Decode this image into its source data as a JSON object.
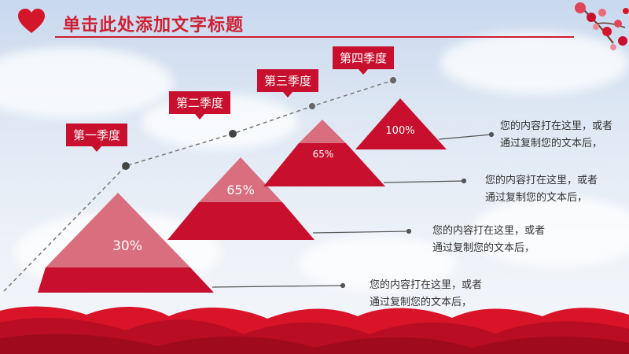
{
  "header": {
    "title": "单击此处添加文字标题"
  },
  "colors": {
    "accent": "#c8102e",
    "light_accent": "#e06a7c",
    "text": "#333333"
  },
  "icons": {
    "heart": "heart-icon",
    "flowers": "plum-blossom-decoration"
  },
  "steps": [
    {
      "label": "第一季度",
      "percent": "30%",
      "desc_line1": "您的内容打在这里，或者",
      "desc_line2": "通过复制您的文本后，"
    },
    {
      "label": "第二季度",
      "percent": "65%",
      "desc_line1": "您的内容打在这里，或者",
      "desc_line2": "通过复制您的文本后，"
    },
    {
      "label": "第三季度",
      "percent": "65%",
      "desc_line1": "您的内容打在这里，或者",
      "desc_line2": "通过复制您的文本后，"
    },
    {
      "label": "第四季度",
      "percent": "100%",
      "desc_line1": "您的内容打在这里，或者",
      "desc_line2": "通过复制您的文本后，"
    }
  ]
}
